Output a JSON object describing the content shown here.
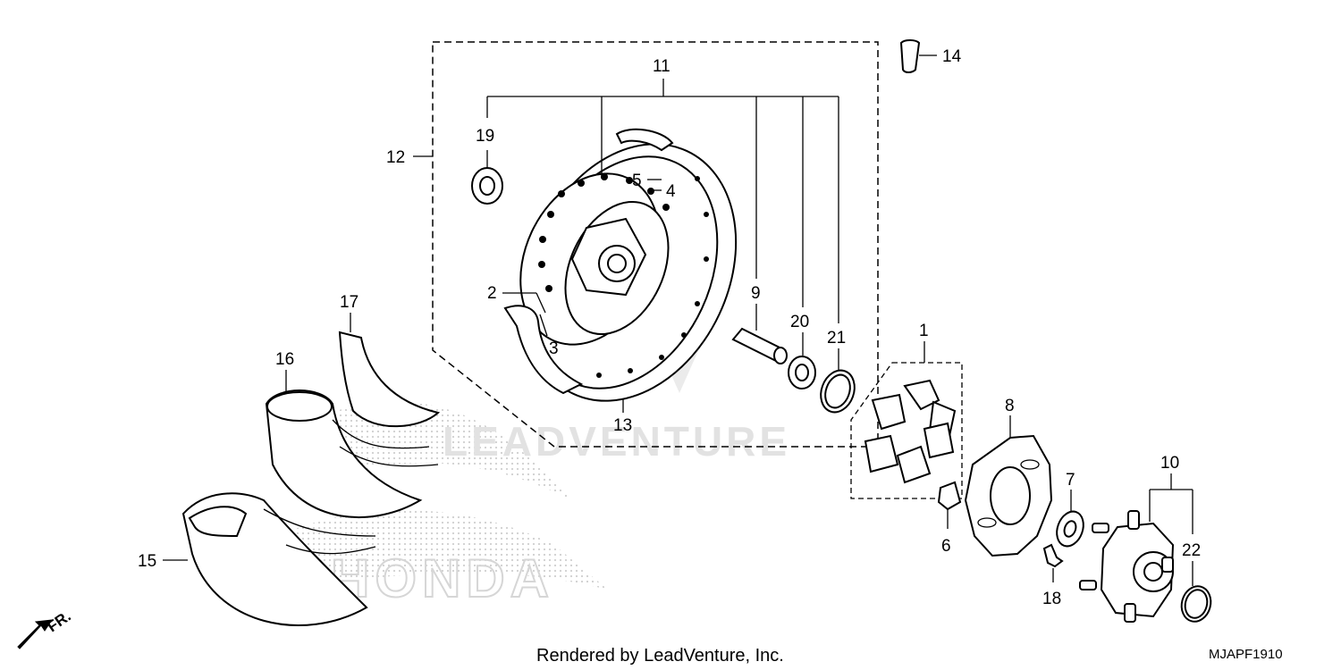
{
  "callouts": {
    "c1": "1",
    "c2": "2",
    "c3": "3",
    "c4": "4",
    "c5": "5",
    "c6": "6",
    "c7": "7",
    "c8": "8",
    "c9": "9",
    "c10": "10",
    "c11": "11",
    "c12": "12",
    "c13": "13",
    "c14": "14",
    "c15": "15",
    "c16": "16",
    "c17": "17",
    "c18": "18",
    "c19": "19",
    "c20": "20",
    "c21": "21",
    "c22": "22"
  },
  "direction_label": "FR.",
  "footer_credit": "Rendered by LeadVenture, Inc.",
  "diagram_code": "MJAPF1910",
  "watermark": {
    "brand": "LEADVENTURE",
    "logo": "HONDA"
  }
}
